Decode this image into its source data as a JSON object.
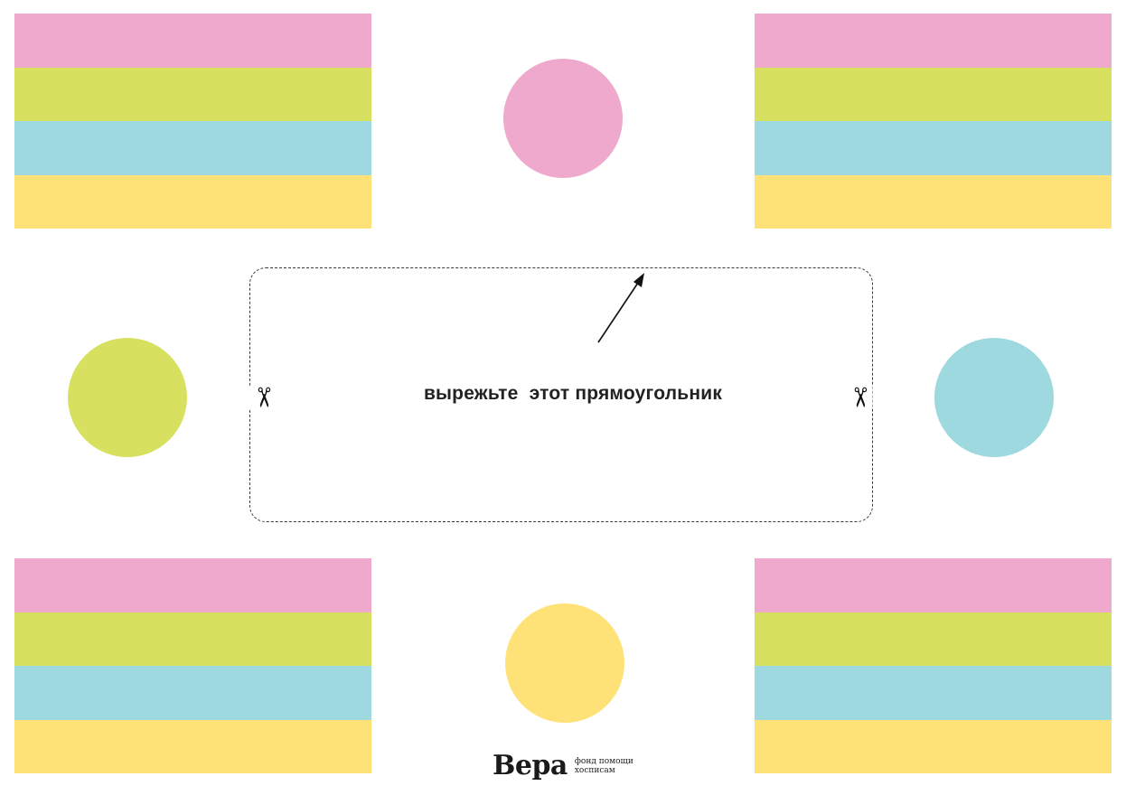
{
  "colors": {
    "pink": "#efa9cc",
    "green": "#d7e05f",
    "blue": "#9fd9e0",
    "yellow": "#fee277",
    "line": "#3a3a3a",
    "text": "#222222"
  },
  "flags": {
    "stripe_order": [
      "pink",
      "green",
      "blue",
      "yellow"
    ]
  },
  "circles": {
    "top": "pink",
    "left": "green",
    "right": "blue",
    "bottom": "yellow"
  },
  "cut_area": {
    "instruction": "вырежьте  этот прямоугольник",
    "scissors_icon": "scissors-icon",
    "arrow_icon": "arrow-up-right-icon"
  },
  "logo": {
    "word": "Вера",
    "tagline_line1": "фонд помощи",
    "tagline_line2": "хосписам"
  }
}
